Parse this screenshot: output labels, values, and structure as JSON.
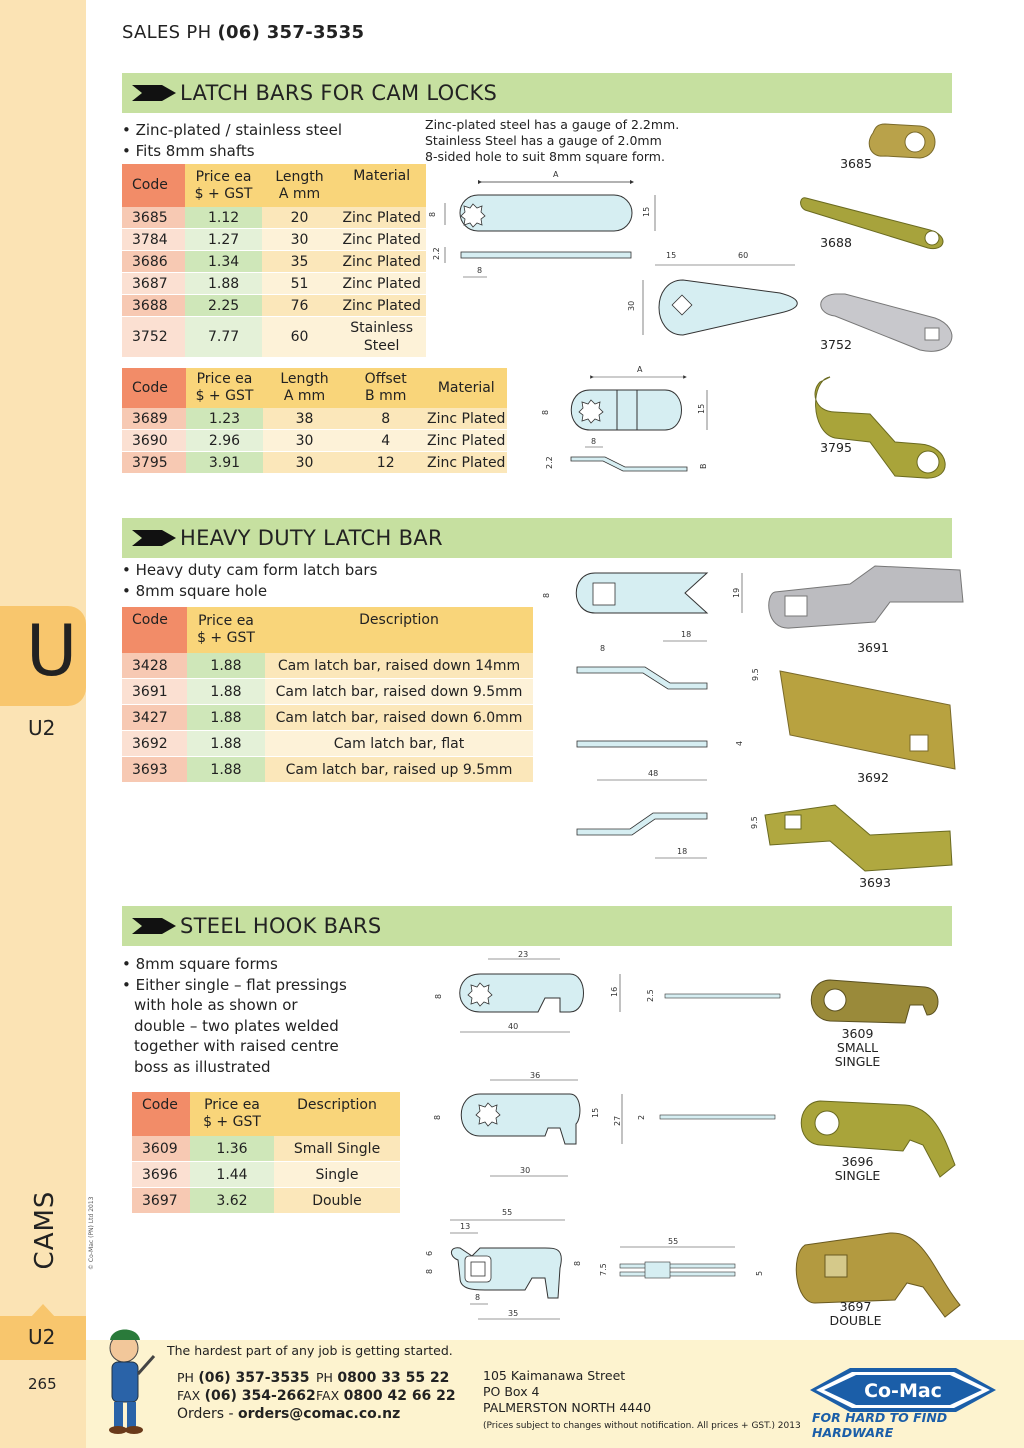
{
  "header": {
    "sales_label": "SALES  PH",
    "sales_phone": "(06) 357-3535"
  },
  "side": {
    "tab_letter": "U",
    "tab_code": "U2",
    "category": "CAMS",
    "bottom_code": "U2",
    "page_number": "265",
    "copyright": "© Co-Mac (PN) Ltd 2013"
  },
  "colors": {
    "section_header": "#c6e0a0",
    "table_header": "#f9d57a",
    "code_header": "#f28c68",
    "side_band": "#fbe3b4",
    "brand_blue": "#1b5ea8"
  },
  "section1": {
    "title": "LATCH BARS FOR CAM LOCKS",
    "bullets": [
      "• Zinc-plated / stainless steel",
      "• Fits 8mm shafts"
    ],
    "notes": [
      "Zinc-plated steel has a gauge of 2.2mm.",
      "Stainless Steel has a gauge of 2.0mm",
      "8-sided hole to suit 8mm square form."
    ],
    "table1": {
      "headers": [
        "Code",
        "Price ea\n$ + GST",
        "Length\nA mm",
        "Material"
      ],
      "rows": [
        [
          "3685",
          "1.12",
          "20",
          "Zinc Plated"
        ],
        [
          "3784",
          "1.27",
          "30",
          "Zinc Plated"
        ],
        [
          "3686",
          "1.34",
          "35",
          "Zinc Plated"
        ],
        [
          "3687",
          "1.88",
          "51",
          "Zinc Plated"
        ],
        [
          "3688",
          "2.25",
          "76",
          "Zinc Plated"
        ],
        [
          "3752",
          "7.77",
          "60",
          "Stainless\nSteel"
        ]
      ]
    },
    "table2": {
      "headers": [
        "Code",
        "Price ea\n$ + GST",
        "Length\nA mm",
        "Offset\nB mm",
        "Material"
      ],
      "rows": [
        [
          "3689",
          "1.23",
          "38",
          "8",
          "Zinc Plated"
        ],
        [
          "3690",
          "2.96",
          "30",
          "4",
          "Zinc Plated"
        ],
        [
          "3795",
          "3.91",
          "30",
          "12",
          "Zinc Plated"
        ]
      ]
    },
    "dims": {
      "A": "A",
      "d8": "8",
      "d15": "15",
      "d22": "2.2",
      "d60": "60",
      "d30": "30",
      "B": "B"
    },
    "product_labels": [
      "3685",
      "3688",
      "3752",
      "3795"
    ]
  },
  "section2": {
    "title": "HEAVY DUTY LATCH BAR",
    "bullets": [
      "• Heavy duty cam form  latch bars",
      "• 8mm square hole"
    ],
    "table": {
      "headers": [
        "Code",
        "Price ea\n$ + GST",
        "Description"
      ],
      "rows": [
        [
          "3428",
          "1.88",
          "Cam latch bar, raised down 14mm"
        ],
        [
          "3691",
          "1.88",
          "Cam latch bar, raised down 9.5mm"
        ],
        [
          "3427",
          "1.88",
          "Cam latch bar, raised down 6.0mm"
        ],
        [
          "3692",
          "1.88",
          "Cam latch bar, flat"
        ],
        [
          "3693",
          "1.88",
          "Cam latch bar, raised up 9.5mm"
        ]
      ]
    },
    "dims": {
      "d8": "8",
      "d19": "19",
      "d18": "18",
      "d95": "9.5",
      "d4": "4",
      "d48": "48"
    },
    "product_labels": [
      "3691",
      "3692",
      "3693"
    ]
  },
  "section3": {
    "title": "STEEL HOOK BARS",
    "bullets": [
      "• 8mm square forms",
      "• Either single – flat pressings",
      "with hole as shown or",
      "double – two plates welded",
      "together with raised centre",
      "boss as illustrated"
    ],
    "table": {
      "headers": [
        "Code",
        "Price ea\n$ + GST",
        "Description"
      ],
      "rows": [
        [
          "3609",
          "1.36",
          "Small Single"
        ],
        [
          "3696",
          "1.44",
          "Single"
        ],
        [
          "3697",
          "3.62",
          "Double"
        ]
      ]
    },
    "dims": {
      "d23": "23",
      "d8": "8",
      "d16": "16",
      "d40": "40",
      "d25": "2.5",
      "d36": "36",
      "d15": "15",
      "d27": "27",
      "d30": "30",
      "d2": "2",
      "d55": "55",
      "d13": "13",
      "d6": "6",
      "d35": "35",
      "d75": "7.5",
      "d5": "5"
    },
    "product_labels": [
      {
        "code": "3609",
        "name": "SMALL\nSINGLE"
      },
      {
        "code": "3696",
        "name": "SINGLE"
      },
      {
        "code": "3697",
        "name": "DOUBLE"
      }
    ]
  },
  "footer": {
    "tagline": "The hardest part of any job is getting started.",
    "ph_label": "PH",
    "ph": "(06) 357-3535",
    "fax_label": "FAX",
    "fax": "(06) 354-2662",
    "ph2": "0800 33 55 22",
    "fax2": "0800 42 66 22",
    "orders_label": "Orders - ",
    "orders": "orders@comac.co.nz",
    "address": [
      "105 Kaimanawa Street",
      "PO Box 4",
      "PALMERSTON NORTH 4440"
    ],
    "disclaimer": "(Prices subject to changes without notification.  All prices + GST.)  2013",
    "logo": "Co-Mac",
    "logo_tag": "FOR HARD TO FIND HARDWARE"
  }
}
